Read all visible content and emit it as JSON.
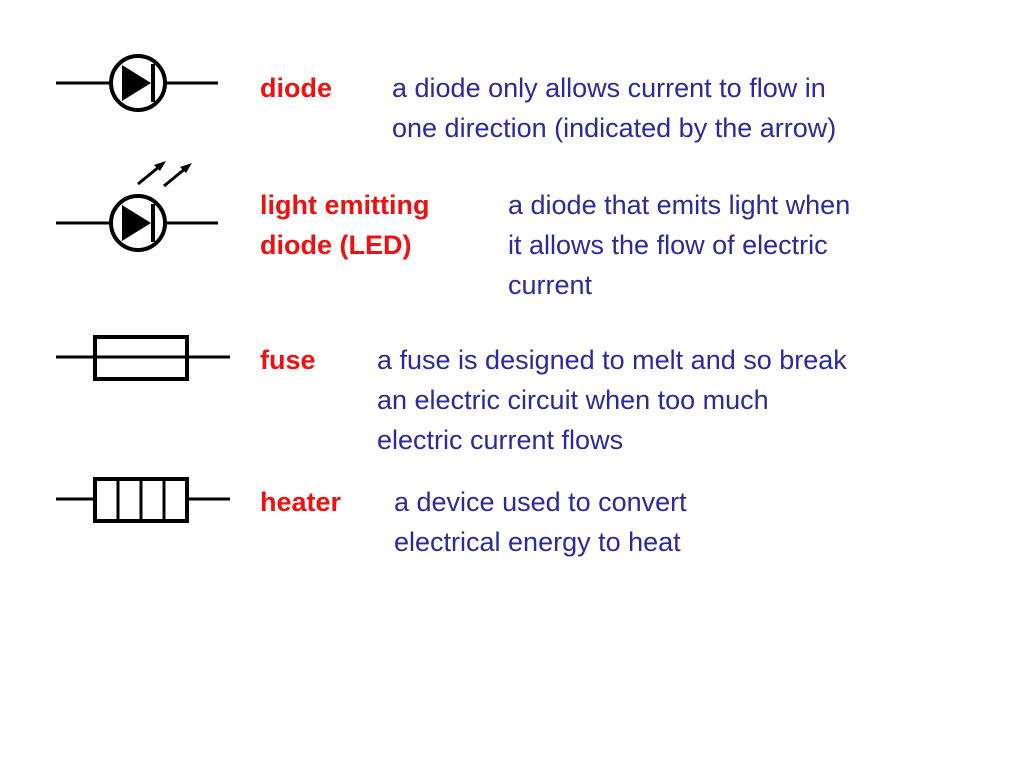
{
  "colors": {
    "term": "#ee1111",
    "description": "#2b2a9c",
    "symbol": "#000000",
    "background": "#ffffff"
  },
  "entries": [
    {
      "symbol": "diode-symbol",
      "term_lines": [
        "diode"
      ],
      "description_lines": [
        "a diode only allows current to flow in",
        "one direction (indicated by the arrow)"
      ]
    },
    {
      "symbol": "led-symbol",
      "term_lines": [
        "light emitting",
        "diode (LED)"
      ],
      "description_lines": [
        "a diode that emits light when",
        "it allows the flow of electric",
        "current"
      ]
    },
    {
      "symbol": "fuse-symbol",
      "term_lines": [
        "fuse"
      ],
      "description_lines": [
        "a fuse is designed to melt and so break",
        "an electric circuit when too much",
        "electric current flows"
      ]
    },
    {
      "symbol": "heater-symbol",
      "term_lines": [
        "heater"
      ],
      "description_lines": [
        "a device used to convert",
        "electrical energy to heat"
      ]
    }
  ]
}
